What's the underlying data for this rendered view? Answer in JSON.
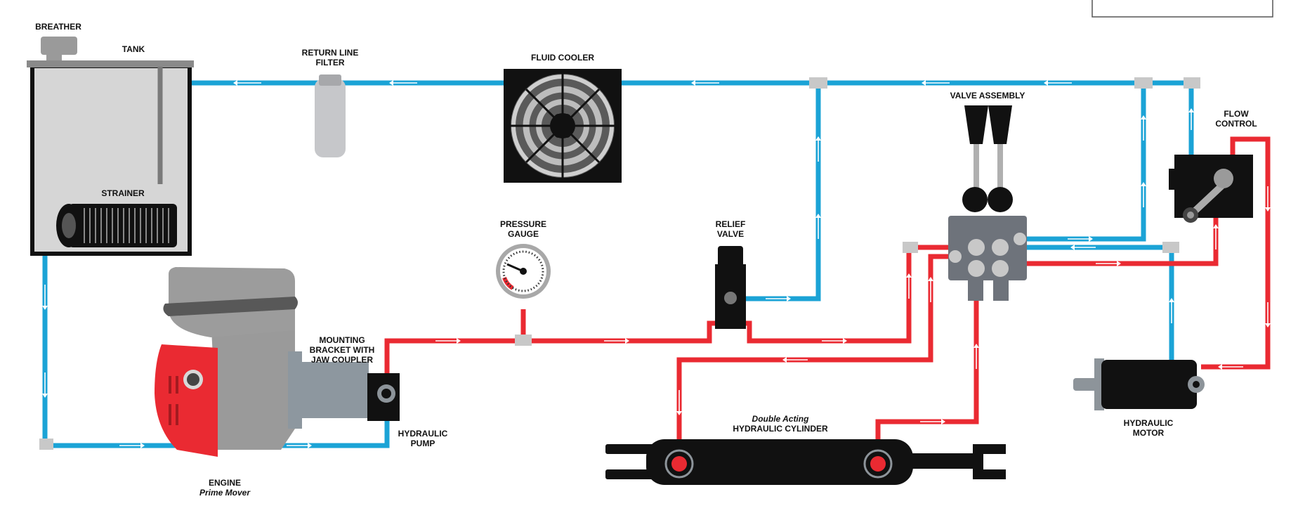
{
  "labels": {
    "breather": "BREATHER",
    "tank": "TANK",
    "strainer": "STRAINER",
    "return_filter_1": "RETURN LINE",
    "return_filter_2": "FILTER",
    "fluid_cooler": "FLUID COOLER",
    "valve_assembly": "VALVE ASSEMBLY",
    "flow_control_1": "FLOW",
    "flow_control_2": "CONTROL",
    "pressure_gauge_1": "PRESSURE",
    "pressure_gauge_2": "GAUGE",
    "relief_valve_1": "RELIEF",
    "relief_valve_2": "VALVE",
    "mounting_1": "MOUNTING",
    "mounting_2": "BRACKET WITH",
    "mounting_3": "JAW COUPLER",
    "pump_1": "HYDRAULIC",
    "pump_2": "PUMP",
    "engine": "ENGINE",
    "engine_sub": "Prime Mover",
    "cylinder_sub": "Double Acting",
    "cylinder": "HYDRAULIC CYLINDER",
    "motor_1": "HYDRAULIC",
    "motor_2": "MOTOR"
  },
  "colors": {
    "return_line": "#1ba3d6",
    "pressure_line": "#ea2a32",
    "component_dark": "#111111",
    "component_gray": "#9a9a9a"
  }
}
